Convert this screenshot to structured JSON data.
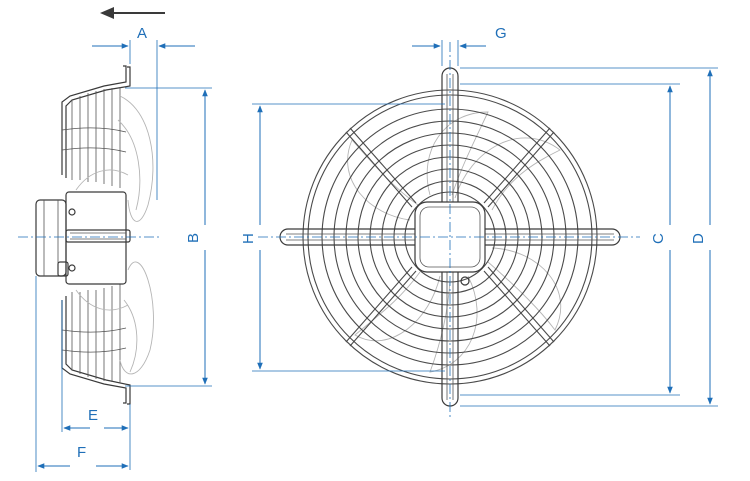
{
  "dimension_labels": {
    "A": "A",
    "B": "B",
    "C": "C",
    "D": "D",
    "E": "E",
    "F": "F",
    "G": "G",
    "H": "H"
  },
  "colors": {
    "dimension_line": "#1f6fb8",
    "outline": "#3a3a3a",
    "blade": "#b5b5b5"
  },
  "icons": {
    "airflow": "arrow-left-icon"
  }
}
